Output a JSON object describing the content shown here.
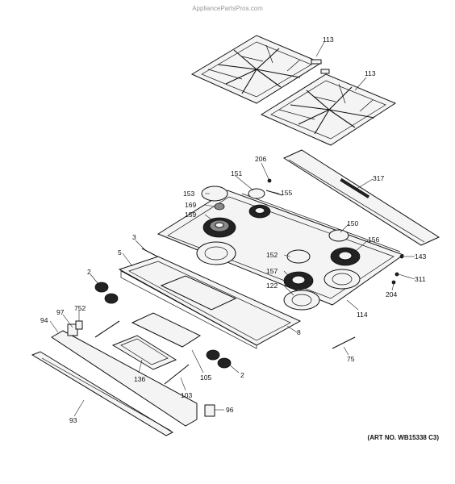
{
  "watermark": "AppliancePartsPros.com",
  "art_number": "(ART NO. WB15338 C3)",
  "callouts": {
    "c113a": "113",
    "c113b": "113",
    "c206": "206",
    "c317": "317",
    "c151": "151",
    "c155": "155",
    "c153": "153",
    "c169": "169",
    "c159": "159",
    "c150": "150",
    "c3": "3",
    "c156": "156",
    "c5": "5",
    "c152": "152",
    "c143": "143",
    "c157": "157",
    "c311": "311",
    "c2a": "2",
    "c122": "122",
    "c204": "204",
    "c114": "114",
    "c97": "97",
    "c752": "752",
    "c94": "94",
    "c8": "8",
    "c75": "75",
    "c136": "136",
    "c105": "105",
    "c2b": "2",
    "c103": "103",
    "c96": "96",
    "c93": "93"
  }
}
